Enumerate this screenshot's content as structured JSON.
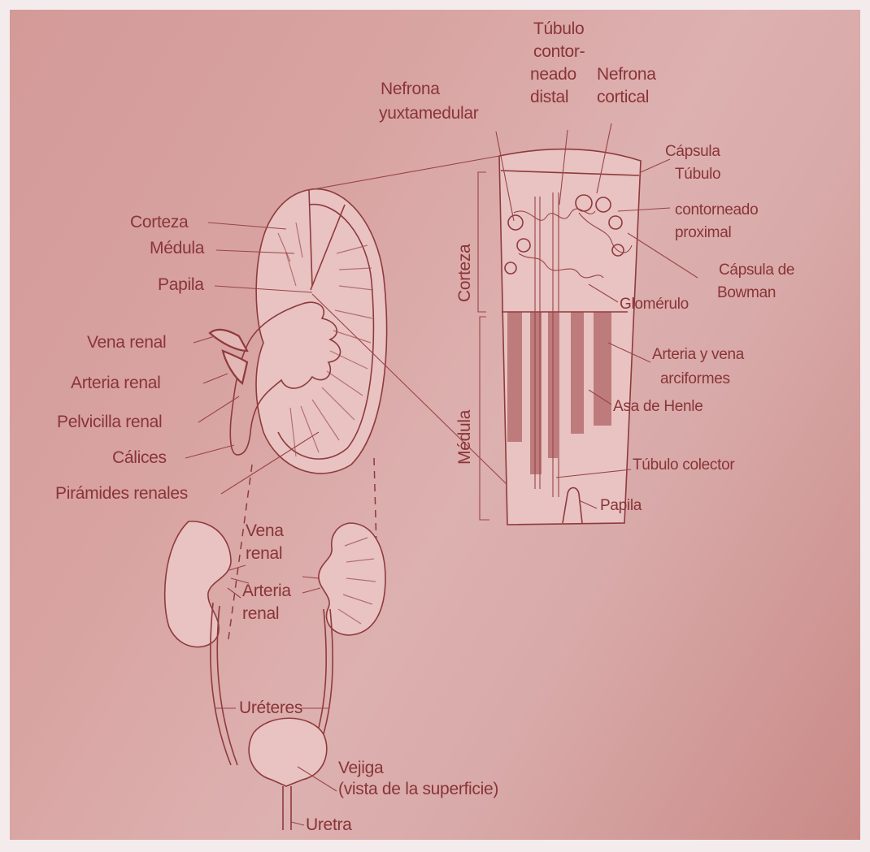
{
  "labels": {
    "corteza": "Corteza",
    "medula": "Médula",
    "papila": "Papila",
    "vena_renal": "Vena renal",
    "arteria_renal": "Arteria renal",
    "pelvicilla_renal": "Pelvicilla renal",
    "calices": "Cálices",
    "piramides_renales": "Pirámides renales",
    "nefrona_yuxtamedular_1": "Nefrona",
    "nefrona_yuxtamedular_2": "yuxtamedular",
    "tubulo_contorneado_distal_1": "Túbulo",
    "tubulo_contorneado_distal_2": "contor-",
    "tubulo_contorneado_distal_3": "neado",
    "tubulo_contorneado_distal_4": "distal",
    "nefrona_cortical_1": "Nefrona",
    "nefrona_cortical_2": "cortical",
    "capsula": "Cápsula",
    "tubulo_contorneado_proximal_1": "Túbulo",
    "tubulo_contorneado_proximal_2": "contorneado",
    "tubulo_contorneado_proximal_3": "proximal",
    "capsula_de_bowman_1": "Cápsula de",
    "capsula_de_bowman_2": "Bowman",
    "glomerulo": "Glomérulo",
    "arteria_vena_arciformes_1": "Arteria y vena",
    "arteria_vena_arciformes_2": "arciformes",
    "asa_de_henle": "Asa de Henle",
    "tubulo_colector": "Túbulo colector",
    "papila_detalle": "Papila",
    "corteza_vertical": "Corteza",
    "medula_vertical": "Médula",
    "vena_renal_small_1": "Vena",
    "vena_renal_small_2": "renal",
    "arteria_renal_small_1": "Arteria",
    "arteria_renal_small_2": "renal",
    "ureteres": "Uréteres",
    "vejiga_1": "Vejiga",
    "vejiga_2": "(vista de la superficie)",
    "uretra": "Uretra"
  },
  "colors": {
    "background": "#d6a2a0",
    "ink": "#8a3438"
  }
}
